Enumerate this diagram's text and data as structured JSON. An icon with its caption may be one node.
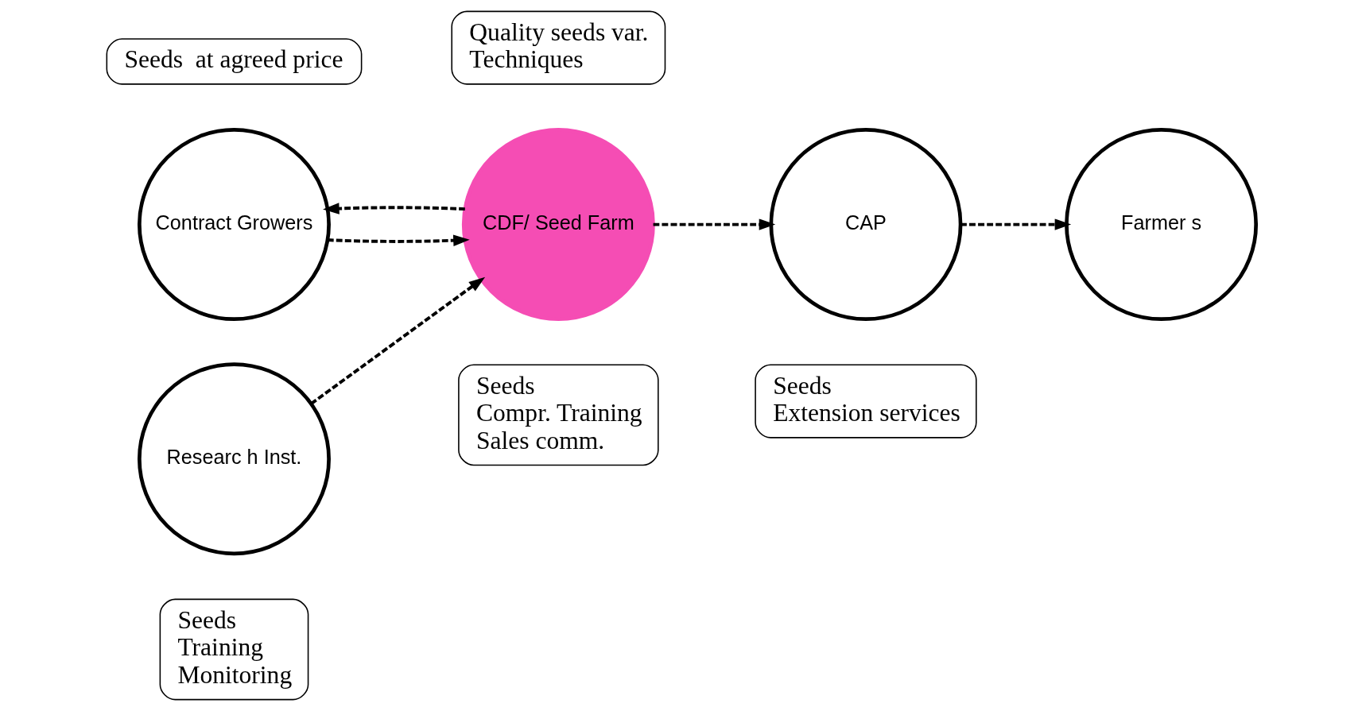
{
  "diagram": {
    "nodes": [
      {
        "text": [
          "Seeds",
          "Training",
          "Monitoring"
        ]
      },
      {
        "text": [
          "Seeds",
          "Compr. Training",
          "Sales comm."
        ]
      },
      {
        "text": [
          "Seeds",
          "Extension services"
        ]
      },
      {
        "text": [
          "Contract Growers"
        ]
      },
      {
        "text": [
          "CDF/ Seed Farm"
        ]
      },
      {
        "text": [
          "CAP"
        ]
      },
      {
        "text": [
          "Farmer s"
        ]
      },
      {
        "text": [
          "Seeds  at agreed price"
        ]
      },
      {
        "text": [
          "Quality seeds var.",
          "Techniques"
        ]
      },
      {
        "text": [
          "Researc h Inst."
        ]
      }
    ],
    "edges": [
      {
        "from": 4,
        "to": 3,
        "arrow": "to",
        "style": "dashed"
      },
      {
        "from": 3,
        "to": 4,
        "arrow": "to",
        "style": "dashed"
      },
      {
        "from": 4,
        "to": 5,
        "arrow": "to",
        "style": "dashed"
      },
      {
        "from": 5,
        "to": 6,
        "arrow": "to",
        "style": "dashed"
      },
      {
        "from": 9,
        "to": 4,
        "arrow": "to",
        "style": "dashed"
      }
    ]
  }
}
